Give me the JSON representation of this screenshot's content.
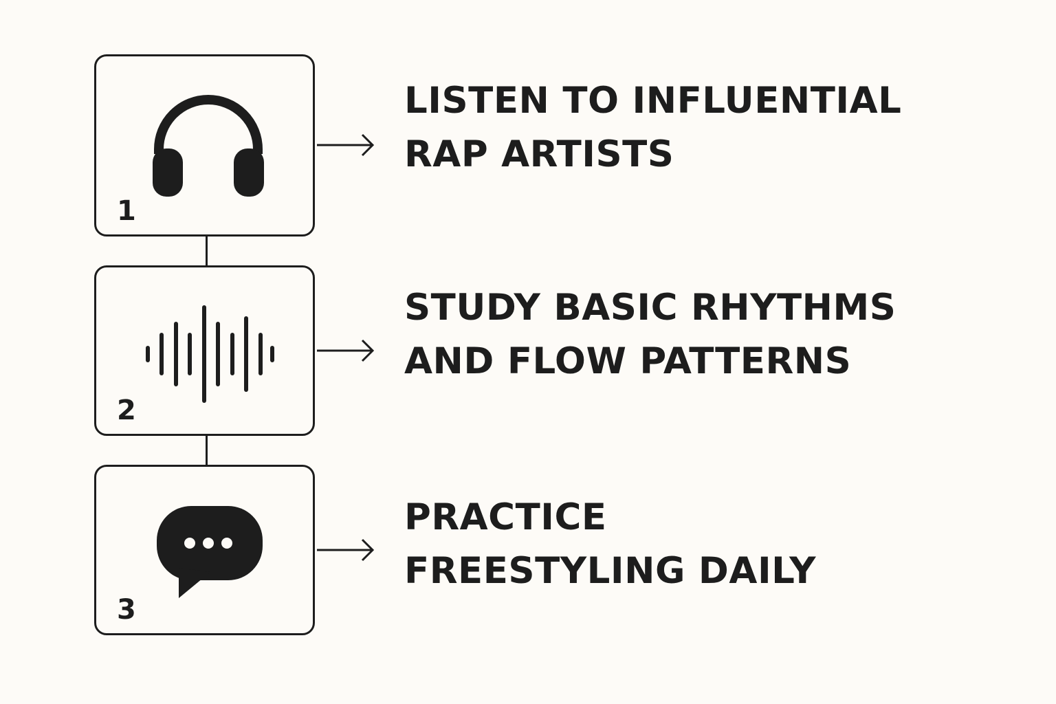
{
  "steps": [
    {
      "number": "1",
      "icon": "headphones-icon",
      "lines": [
        "LISTEN TO INFLUENTIAL",
        "RAP ARTISTS"
      ]
    },
    {
      "number": "2",
      "icon": "sound-wave-icon",
      "lines": [
        "STUDY BASIC RHYTHMS",
        "AND FLOW PATTERNS"
      ]
    },
    {
      "number": "3",
      "icon": "speech-bubble-icon",
      "lines": [
        "PRACTICE",
        "FREESTYLING DAILY"
      ]
    }
  ],
  "colors": {
    "background": "#fdfbf7",
    "ink": "#1d1d1d"
  }
}
